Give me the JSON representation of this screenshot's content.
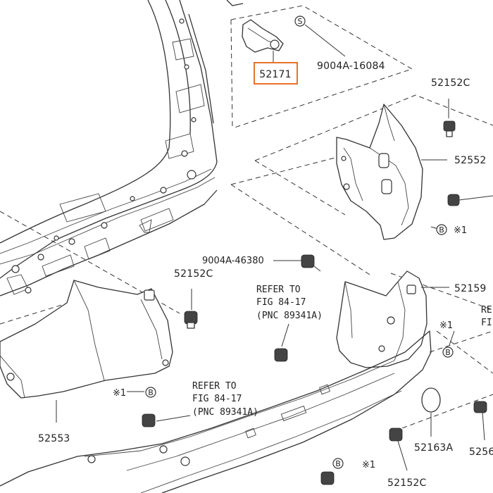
{
  "parts": {
    "p52171": "52171",
    "p9004a_16084": "9004A-16084",
    "p52152c_top": "52152C",
    "p52552": "52552",
    "p9004a_46380": "9004A-46380",
    "p52152c_mid": "52152C",
    "p52159": "52159",
    "p52553": "52553",
    "p52163a": "52163A",
    "p52152c_bottom": "52152C",
    "p5256_partial": "5256"
  },
  "references": {
    "refer_mid": [
      "REFER TO",
      "FIG 84-17",
      "(PNC 89341A)"
    ],
    "refer_low": [
      "REFER TO",
      "FIG 84-17",
      "(PNC 89341A)"
    ],
    "refer_right_partial": [
      "RE",
      "FI"
    ]
  },
  "symbols": {
    "s_circle": "S",
    "b_circle": "B",
    "note_x1": "※1"
  },
  "highlight_color": "#e8712a"
}
